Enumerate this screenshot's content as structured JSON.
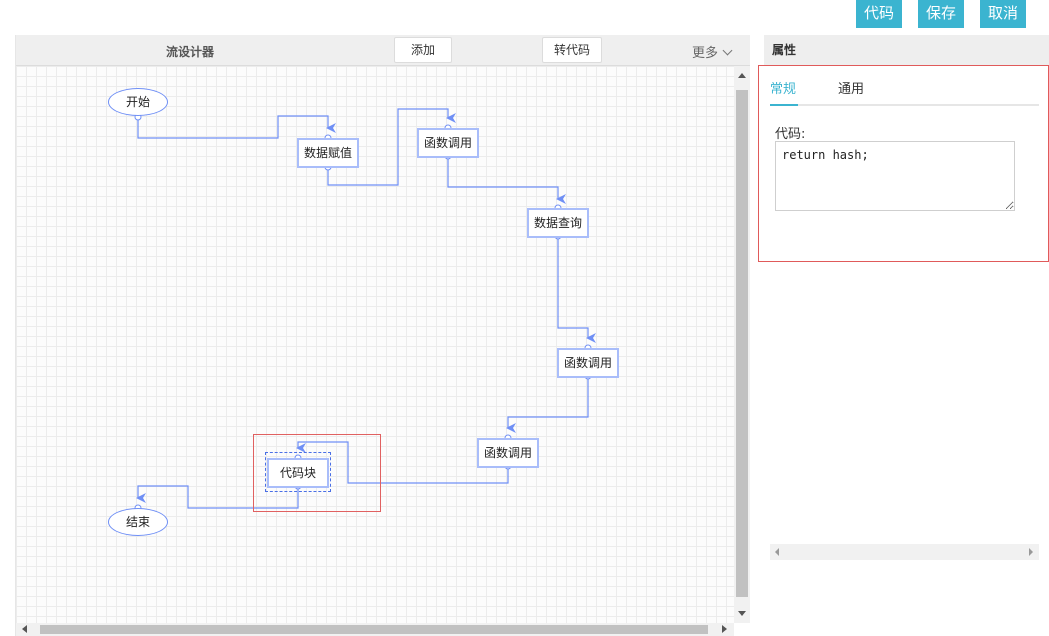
{
  "actions": {
    "code_label": "代码",
    "save_label": "保存",
    "cancel_label": "取消"
  },
  "designer": {
    "title": "流设计器",
    "add_label": "添加",
    "to_code_label": "转代码",
    "more_label": "更多"
  },
  "flow": {
    "nodes": {
      "start": "开始",
      "assign": "数据赋值",
      "call1": "函数调用",
      "query": "数据查询",
      "call2": "函数调用",
      "call3": "函数调用",
      "codeblock": "代码块",
      "end": "结束"
    }
  },
  "properties": {
    "header": "属性",
    "tabs": [
      "常规",
      "通用"
    ],
    "code_field_label": "代码:",
    "code_value": "return hash;"
  },
  "colors": {
    "accent": "#3bb4d0",
    "edge": "#6f8ff5",
    "node_border": "#a9bdfa",
    "highlight": "#e05a5a"
  }
}
